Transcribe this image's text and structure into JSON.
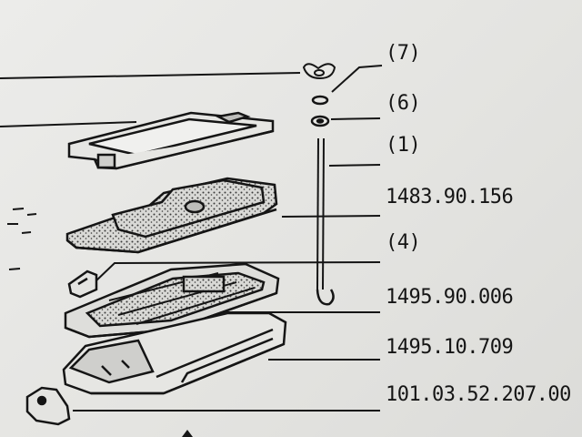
{
  "parts": [
    {
      "id": "wing-nut",
      "label": "(7)"
    },
    {
      "id": "washer",
      "label": "(6)"
    },
    {
      "id": "flat-washer",
      "label": "(1)"
    },
    {
      "id": "filter-pad",
      "label": "1483.90.156"
    },
    {
      "id": "clip",
      "label": "(4)"
    },
    {
      "id": "grid-frame",
      "label": "1495.90.006"
    },
    {
      "id": "housing",
      "label": "1495.10.709"
    },
    {
      "id": "bracket",
      "label": "101.03.52.207.00"
    }
  ],
  "colors": {
    "ink": "#151515",
    "paper": "#e8e8e5",
    "stipple": "#3a3a3a"
  }
}
